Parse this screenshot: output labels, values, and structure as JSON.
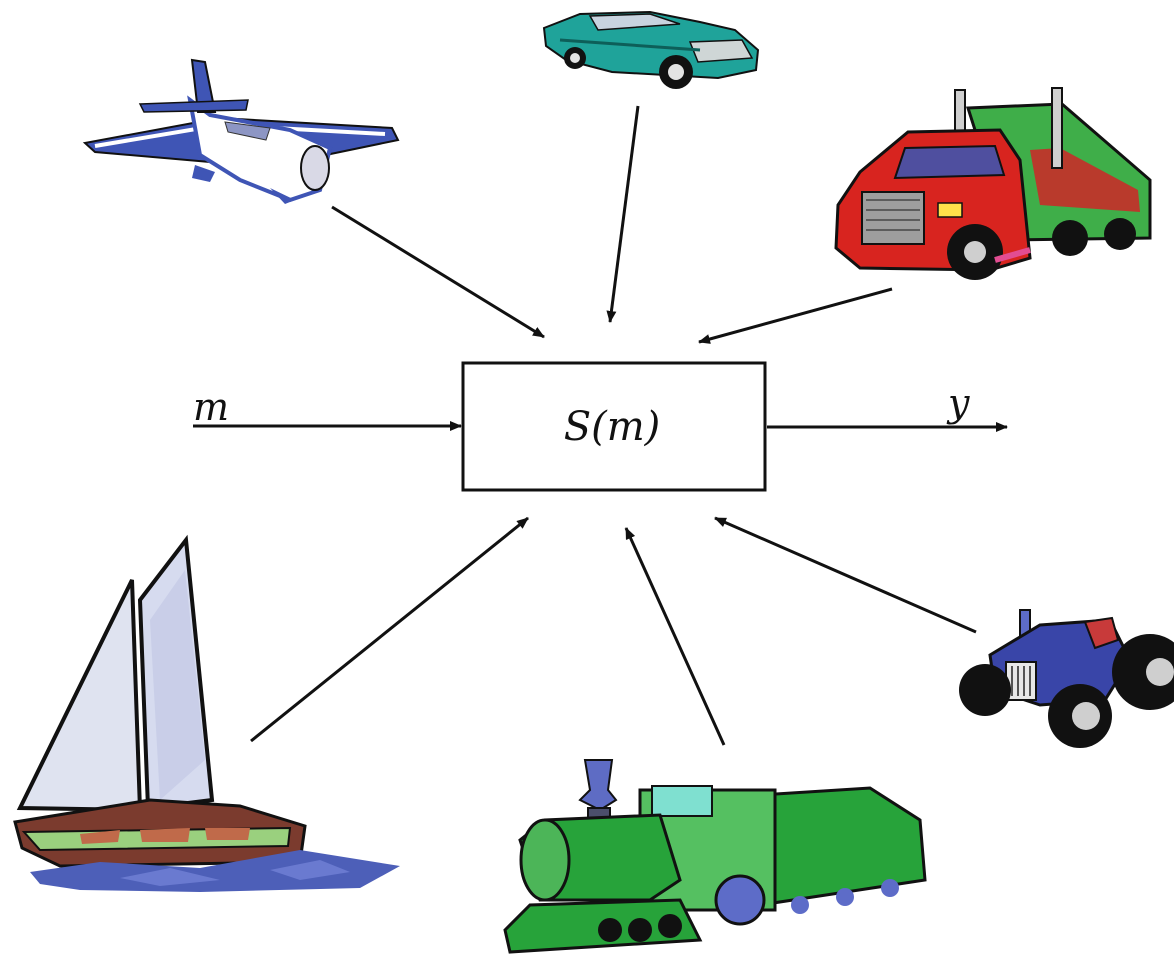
{
  "diagram": {
    "block_label": "S(m)",
    "input_label": "m",
    "output_label": "y",
    "vehicles": [
      {
        "name": "airplane-icon"
      },
      {
        "name": "car-icon"
      },
      {
        "name": "truck-icon"
      },
      {
        "name": "sailboat-icon"
      },
      {
        "name": "train-icon"
      },
      {
        "name": "tractor-icon"
      }
    ],
    "colors": {
      "line": "#111111",
      "airplane_blue": "#3f55b5",
      "car_teal": "#1fa39a",
      "truck_red": "#d8241f",
      "truck_green": "#3fae49",
      "sail_white": "#dfe3f0",
      "boat_brown": "#7b3b2e",
      "water_blue": "#4d5fb8",
      "train_green": "#27a33a",
      "tractor_blue": "#3945a8"
    }
  }
}
